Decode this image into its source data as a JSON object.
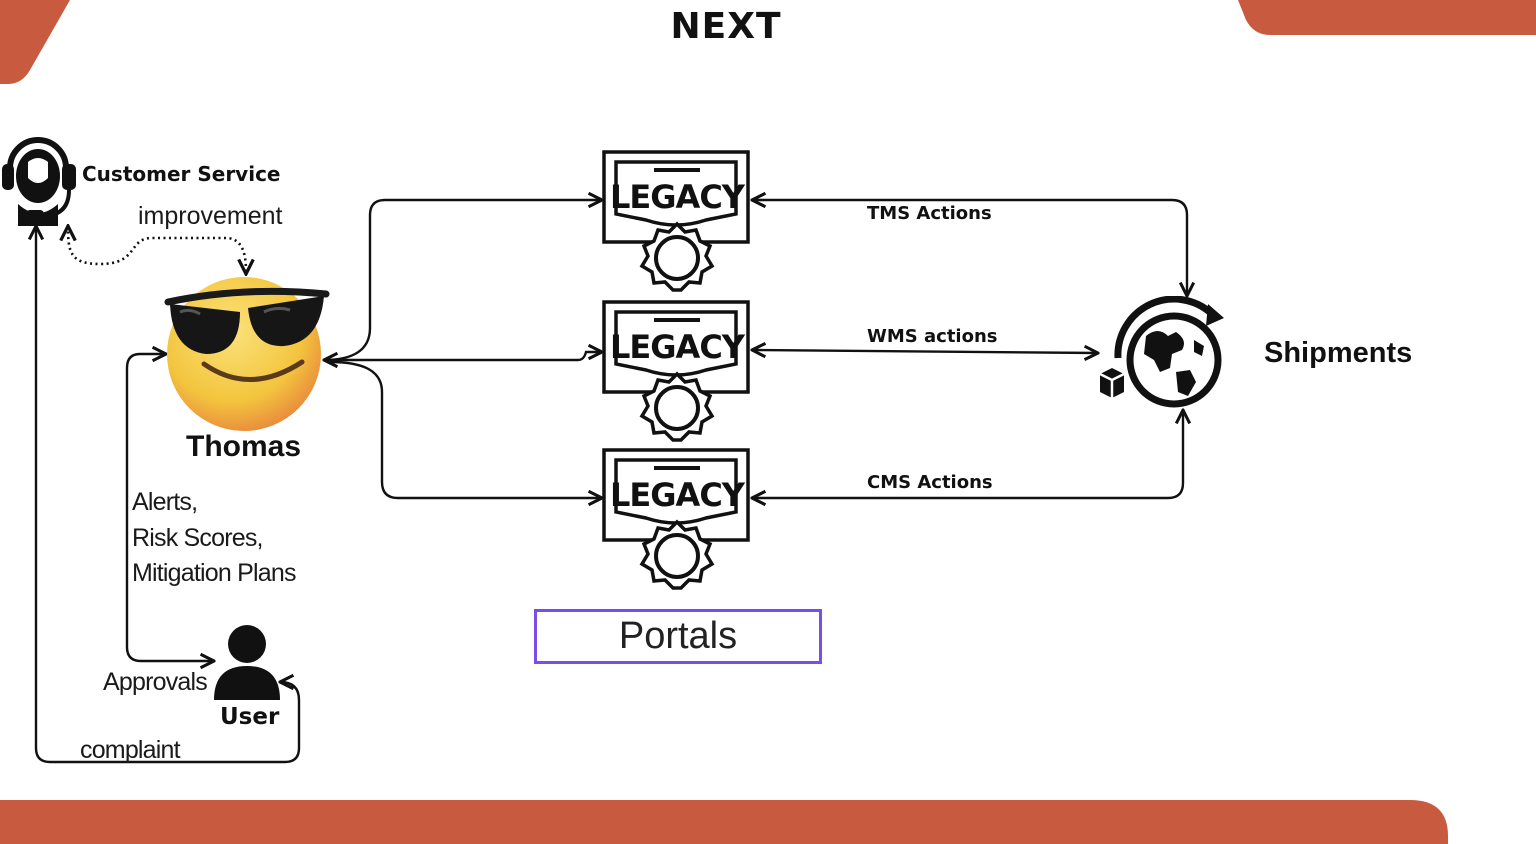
{
  "title": "NEXT",
  "colors": {
    "accent": "#c85a3f",
    "portals_border": "#7d4ce6",
    "emoji_face": "#f5c43c",
    "ink": "#111111"
  },
  "actors": {
    "customer_service": {
      "label": "Customer Service",
      "icon": "headset-agent-icon"
    },
    "agent": {
      "label": "Thomas",
      "icon": "sunglasses-emoji-icon"
    },
    "user": {
      "label": "User",
      "icon": "user-icon"
    },
    "shipments": {
      "label": "Shipments",
      "icon": "globe-shipment-icon"
    }
  },
  "systems": {
    "legacy_word": "LEGACY",
    "items": [
      {
        "id": "tms",
        "action_label": "TMS Actions"
      },
      {
        "id": "wms",
        "action_label": "WMS actions"
      },
      {
        "id": "cms",
        "action_label": "CMS Actions"
      }
    ],
    "group_label": "Portals"
  },
  "flows": {
    "improvement": "improvement",
    "outputs": [
      "Alerts,",
      "Risk Scores,",
      "Mitigation Plans"
    ],
    "approvals": "Approvals",
    "complaint": "complaint"
  }
}
